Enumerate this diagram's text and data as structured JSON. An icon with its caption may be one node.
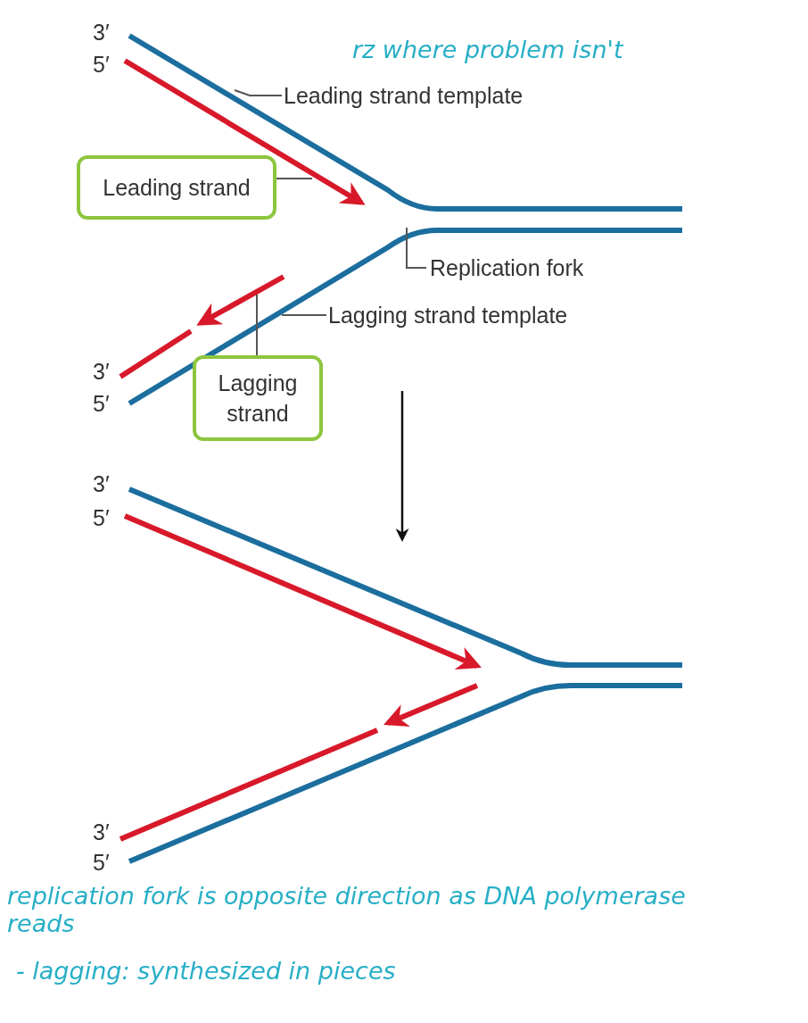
{
  "diagram": {
    "nodes": [
      {
        "text": [
          "Leading strand template"
        ]
      },
      {
        "text": [
          "Leading strand"
        ]
      },
      {
        "text": [
          "Replication fork"
        ]
      },
      {
        "text": [
          "Lagging strand template"
        ]
      },
      {
        "text": [
          "Lagging strand"
        ]
      }
    ],
    "edges": [
      {
        "from": 0,
        "to": null,
        "arrow": "none"
      },
      {
        "from": 1,
        "to": null,
        "arrow": "none"
      },
      {
        "from": 2,
        "to": null,
        "arrow": "none"
      },
      {
        "from": 3,
        "to": null,
        "arrow": "none"
      },
      {
        "from": 4,
        "to": null,
        "arrow": "none"
      }
    ],
    "labels": [
      "3′",
      "5′",
      "rz where problem isn't",
      "3′",
      "5′",
      "3′",
      "5′",
      "3′",
      "5′",
      "replication fork is opposite direction as DNA polymerase reads",
      "- lagging: synthesized in pieces"
    ]
  }
}
